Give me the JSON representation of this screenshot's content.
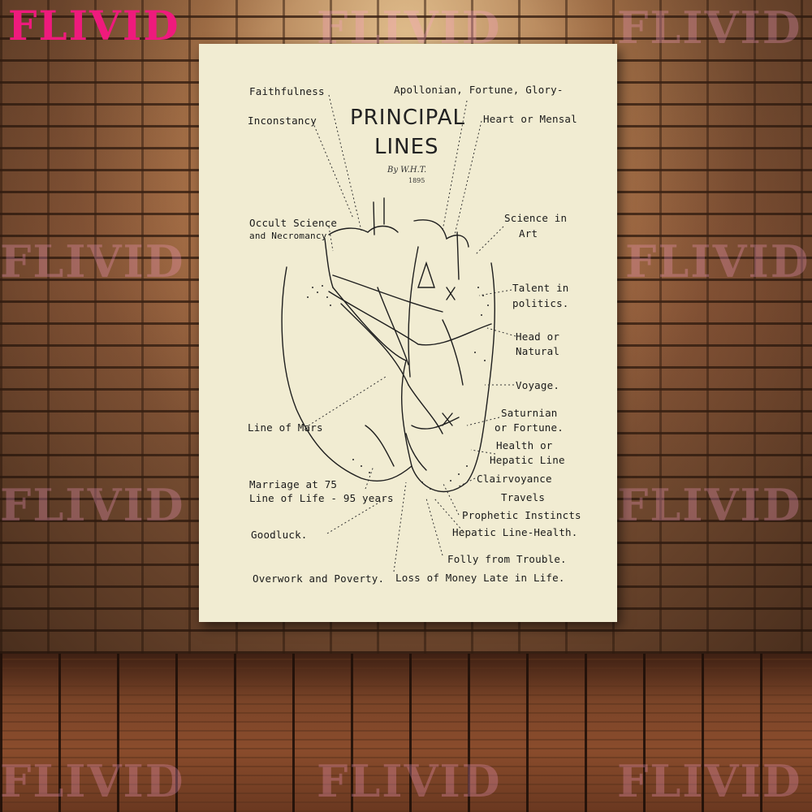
{
  "brand": {
    "logo_text": "FLIVID",
    "accent_color": "#ef1a7d"
  },
  "poster": {
    "title_line1": "PRINCIPAL",
    "title_line2": "LINES",
    "signature": "By W.H.T.",
    "signature_year": "1895",
    "labels": {
      "faithfulness": "Faithfulness",
      "apollonian": "Apollonian, Fortune, Glory-",
      "inconstancy": "Inconstancy",
      "heart_mensal": "Heart or Mensal",
      "occult_science": "Occult Science",
      "necromancy": "and Necromancy",
      "science_in": "Science in",
      "art": "Art",
      "talent_in": "Talent in",
      "politics": "politics.",
      "head_or": "Head or",
      "natural": "Natural",
      "voyage": "Voyage.",
      "saturnian": "Saturnian",
      "or_fortune": "or Fortune.",
      "line_of_mars": "Line of Mars",
      "health_or": "Health or",
      "hepatic_line": "Hepatic Line",
      "clairvoyance": "Clairvoyance",
      "marriage_at": "Marriage at 75",
      "line_of_life": "Line of Life - 95 years",
      "travels": "Travels",
      "prophetic_instincts": "Prophetic Instincts",
      "goodluck": "Goodluck.",
      "hepatic_line_health": "Hepatic Line-Health.",
      "folly_from_trouble": "Folly from Trouble.",
      "overwork_and_poverty": "Overwork and Poverty.",
      "loss_of_money": "Loss of Money Late in Life."
    }
  }
}
